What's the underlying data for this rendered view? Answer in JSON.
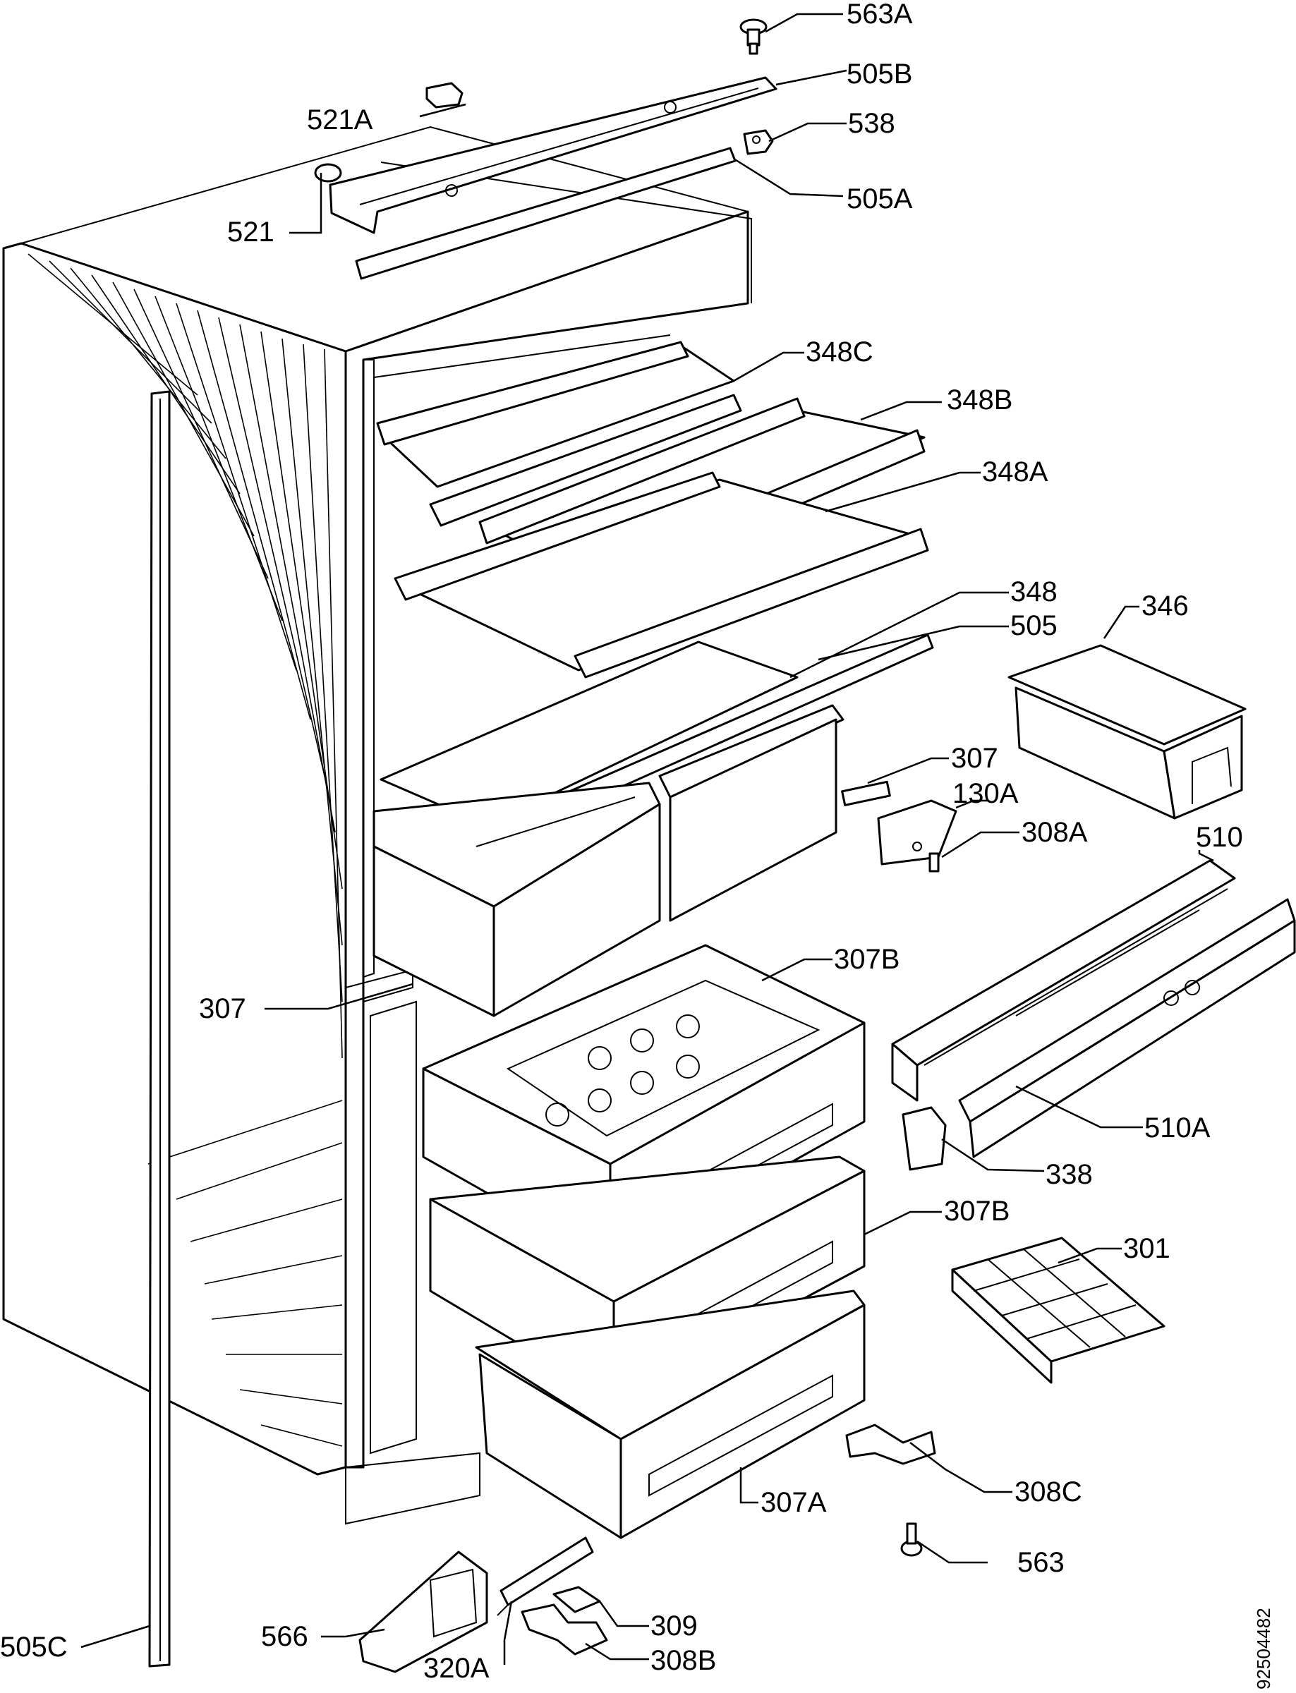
{
  "labels": {
    "l563A": "563A",
    "l505B": "505B",
    "l521A": "521A",
    "l538": "538",
    "l505A": "505A",
    "l521": "521",
    "l348C": "348C",
    "l348B": "348B",
    "l348A": "348A",
    "l348": "348",
    "l505": "505",
    "l346": "346",
    "l307a": "307",
    "l130A": "130A",
    "l308A": "308A",
    "l510": "510",
    "l307b": "307",
    "l307B1": "307B",
    "l510A": "510A",
    "l338": "338",
    "l307B2": "307B",
    "l301": "301",
    "l307A": "307A",
    "l308C": "308C",
    "l505C": "505C",
    "l563": "563",
    "l566": "566",
    "l309": "309",
    "l320A": "320A",
    "l308B": "308B"
  },
  "drawing_number": "92504482"
}
